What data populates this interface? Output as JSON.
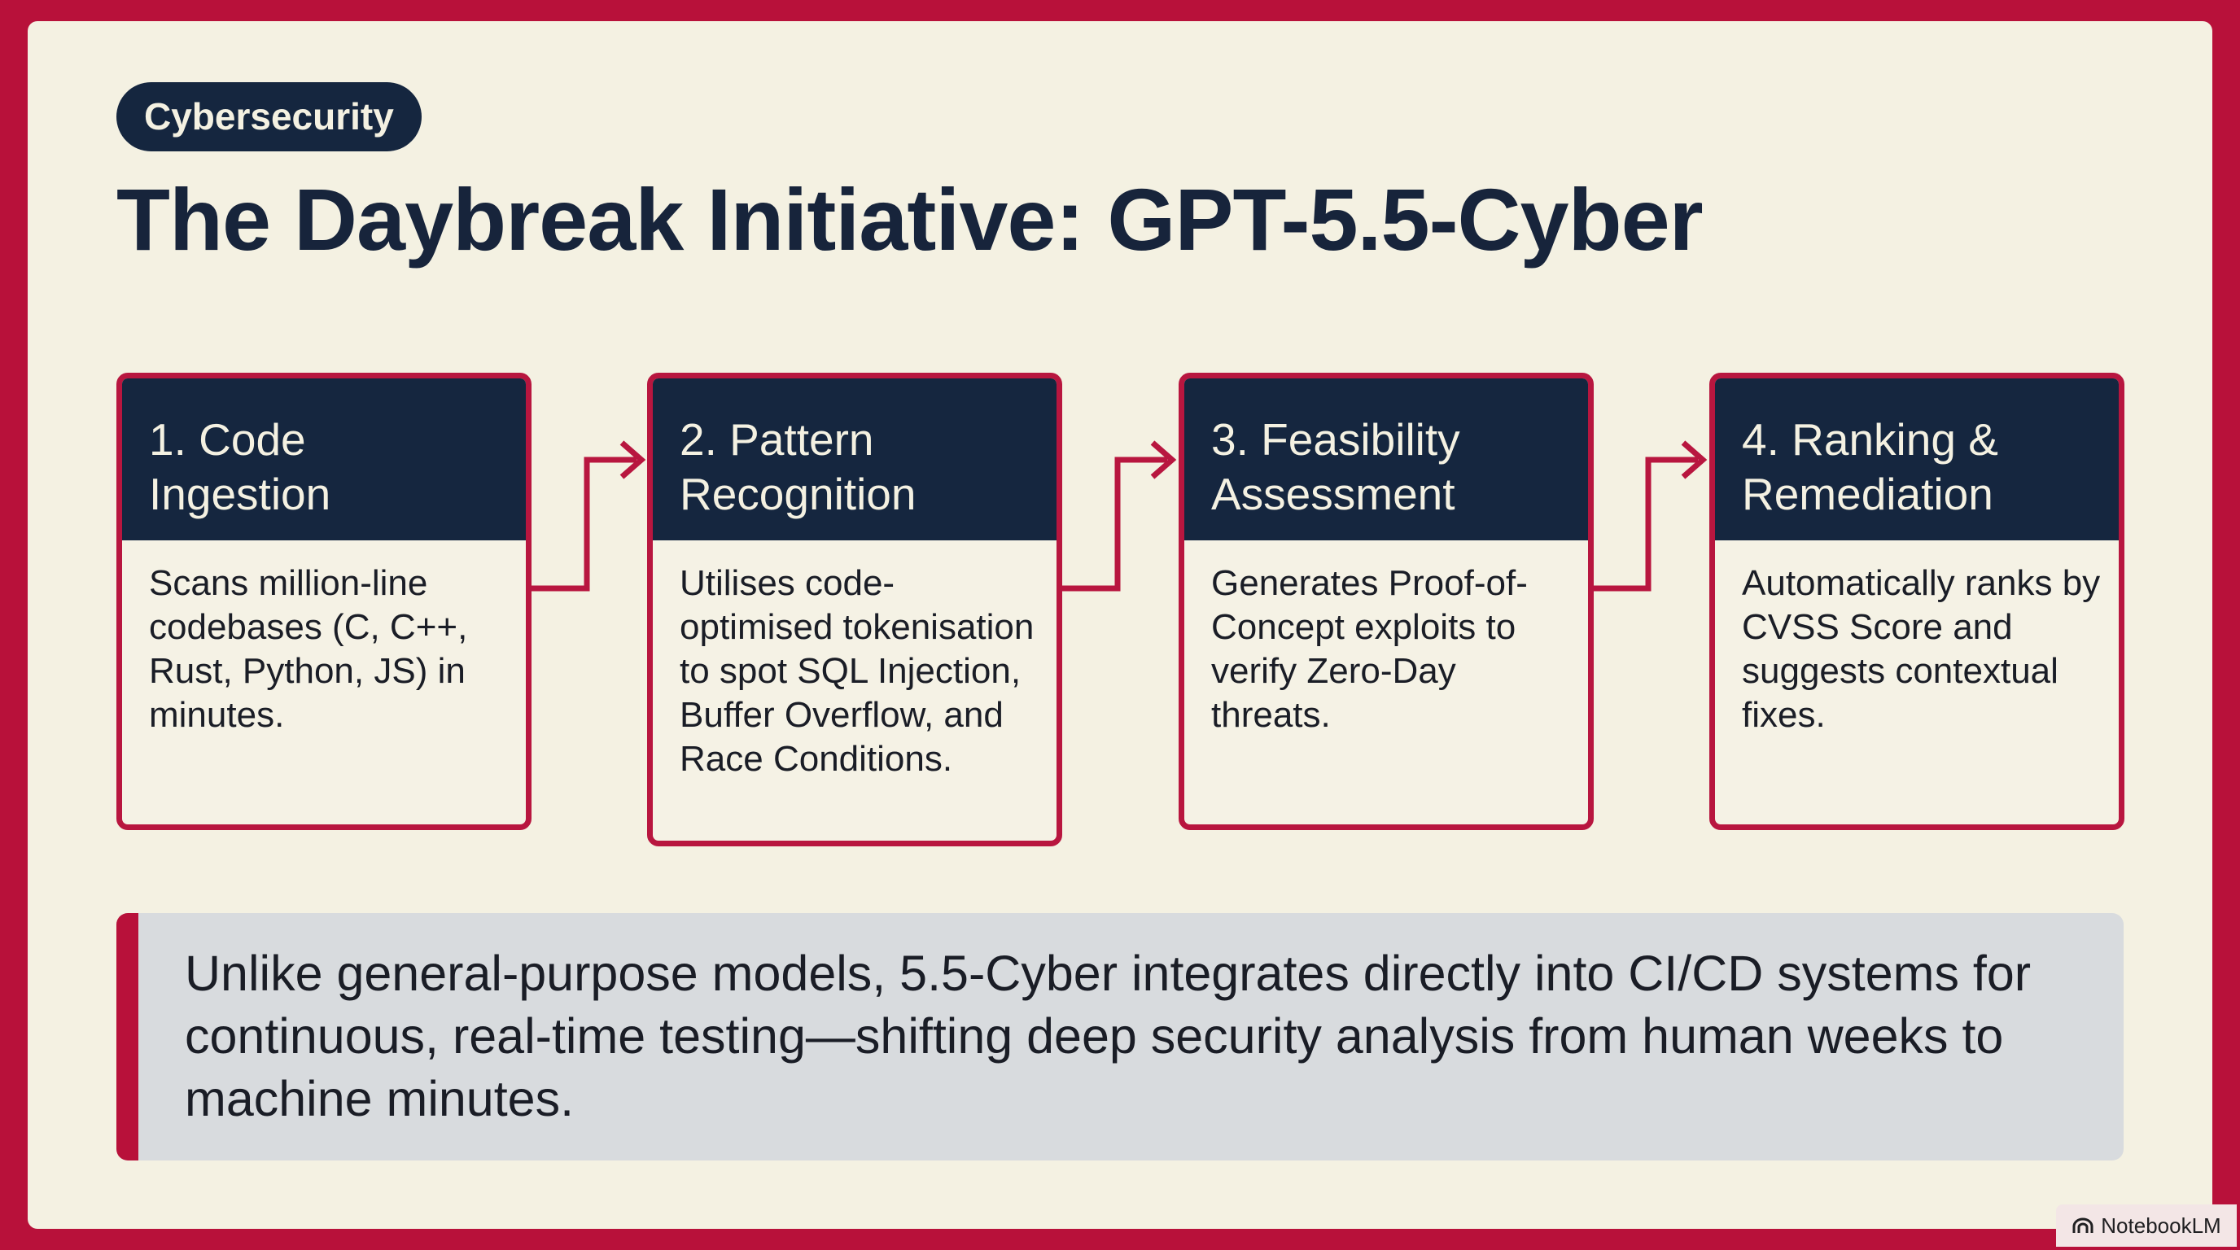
{
  "tag": "Cybersecurity",
  "title": "The Daybreak Initiative: GPT-5.5-Cyber",
  "steps": [
    {
      "title_line1": "1. Code",
      "title_line2": "Ingestion",
      "body": "Scans million-line codebases (C, C++, Rust, Python, JS) in minutes."
    },
    {
      "title_line1": "2. Pattern",
      "title_line2": "Recognition",
      "body": "Utilises code-optimised tokenisation to spot SQL Injection, Buffer Overflow, and Race Conditions."
    },
    {
      "title_line1": "3. Feasibility",
      "title_line2": "Assessment",
      "body": "Generates Proof-of-Concept exploits to verify Zero-Day threats."
    },
    {
      "title_line1": "4. Ranking &",
      "title_line2": "Remediation",
      "body": "Automatically ranks by CVSS Score and suggests contextual fixes."
    }
  ],
  "note": "Unlike general-purpose models, 5.5-Cyber integrates directly into CI/CD systems for continuous, real-time testing—shifting deep security analysis from human weeks to machine minutes.",
  "badge": {
    "label": "NotebookLM",
    "icon": "notebooklm-logo-icon"
  },
  "colors": {
    "frame": "#b8113a",
    "navy": "#15263f",
    "background": "#f4f1e2",
    "note_background": "#d8dbde"
  }
}
